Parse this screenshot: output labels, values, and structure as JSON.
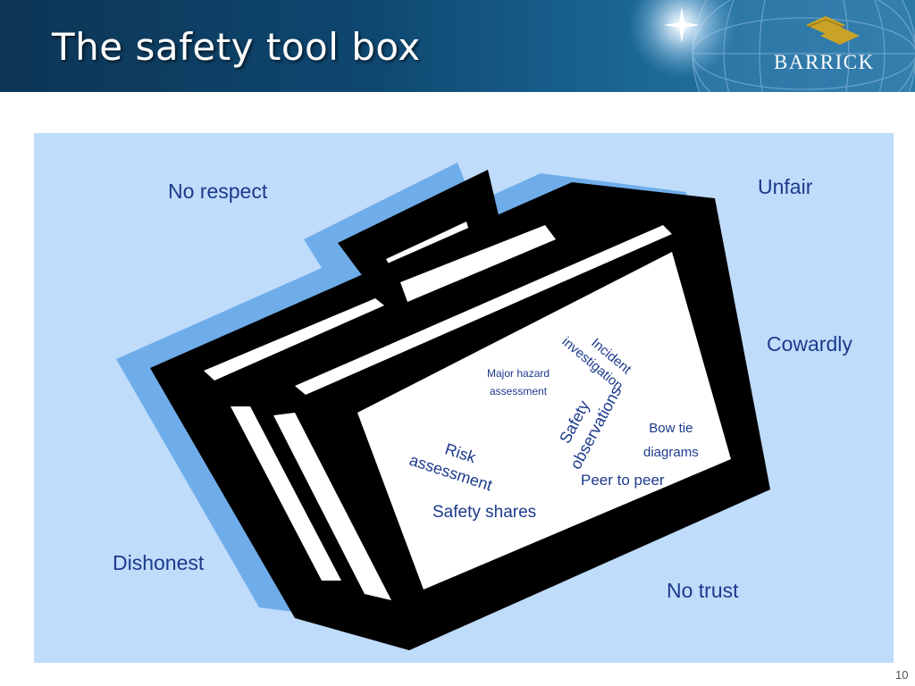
{
  "header": {
    "title": "The safety tool box",
    "logo_text": "BARRICK"
  },
  "outer_labels": {
    "no_respect": "No respect",
    "unfair": "Unfair",
    "cowardly": "Cowardly",
    "dishonest": "Dishonest",
    "no_trust": "No trust"
  },
  "tools": {
    "incident_line1": "Incident",
    "incident_line2": "investigation",
    "major_hazard_line1": "Major hazard",
    "major_hazard_line2": "assessment",
    "risk_line1": "Risk",
    "risk_line2": "assessment",
    "safety_obs_line1": "Safety",
    "safety_obs_line2": "observations",
    "bow_tie_line1": "Bow tie",
    "bow_tie_line2": "diagrams",
    "peer_to_peer": "Peer to peer",
    "safety_shares": "Safety shares"
  },
  "footer": {
    "page_number": "10"
  },
  "colors": {
    "header_bg": "#0e4770",
    "panel_bg": "#bfdcfb",
    "shadow_blue": "#6fadea",
    "label_blue": "#1c3a8c",
    "logo_gold": "#c9a227"
  }
}
